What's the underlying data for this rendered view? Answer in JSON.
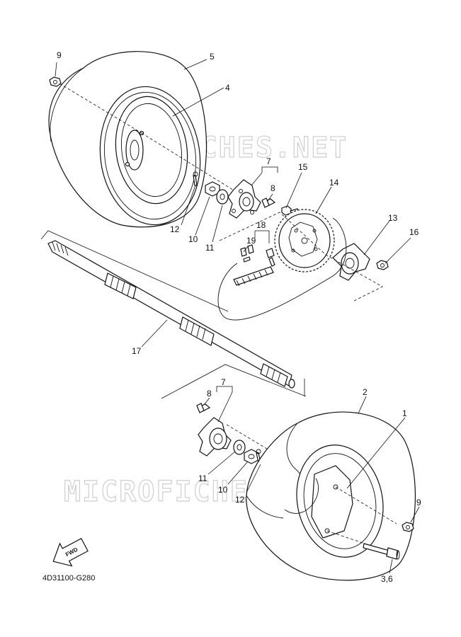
{
  "watermark": {
    "text": "MICROFICHES.NET"
  },
  "diagram_code": "4D31100-G280",
  "fwd_label": "FWD",
  "callouts": {
    "c1": "1",
    "c2": "2",
    "c3_6": "3,6",
    "c4": "4",
    "c5": "5",
    "c7a": "7",
    "c7b": "7",
    "c8a": "8",
    "c8b": "8",
    "c9a": "9",
    "c9b": "9",
    "c10a": "10",
    "c10b": "10",
    "c11a": "11",
    "c11b": "11",
    "c12a": "12",
    "c12b": "12",
    "c13": "13",
    "c14": "14",
    "c15": "15",
    "c16": "16",
    "c17": "17",
    "c18": "18",
    "c19": "19"
  }
}
